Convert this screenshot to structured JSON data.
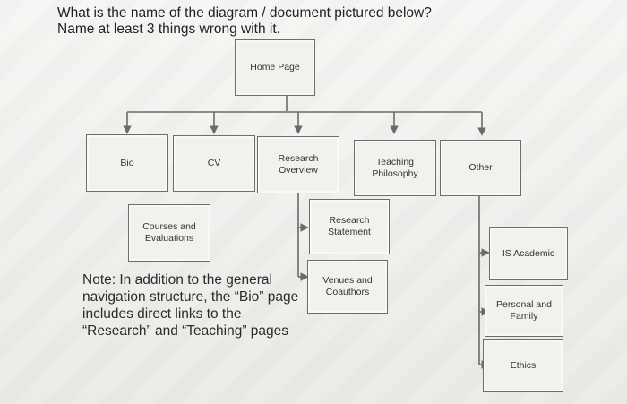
{
  "question": {
    "line1": "What is the name of the diagram / document pictured below?",
    "line2": "Name at least 3 things wrong with it."
  },
  "diagram": {
    "home": "Home Page",
    "bio": "Bio",
    "cv": "CV",
    "research_overview": [
      "Research",
      "Overview"
    ],
    "teaching_philosophy": [
      "Teaching",
      "Philosophy"
    ],
    "other": "Other",
    "courses": [
      "Courses and",
      "Evaluations"
    ],
    "research_statement": [
      "Research",
      "Statement"
    ],
    "venues": [
      "Venues and",
      "Coauthors"
    ],
    "is_academic": "IS Academic",
    "personal_family": [
      "Personal and",
      "Family"
    ],
    "ethics": "Ethics"
  },
  "note": {
    "text": "Note: In addition to the general navigation structure, the “Bio” page includes direct links to the “Research” and “Teaching” pages"
  },
  "colors": {
    "box_border": "#6d6d6d",
    "box_fill": "#f0f2ee",
    "line": "#6a6a6a"
  }
}
